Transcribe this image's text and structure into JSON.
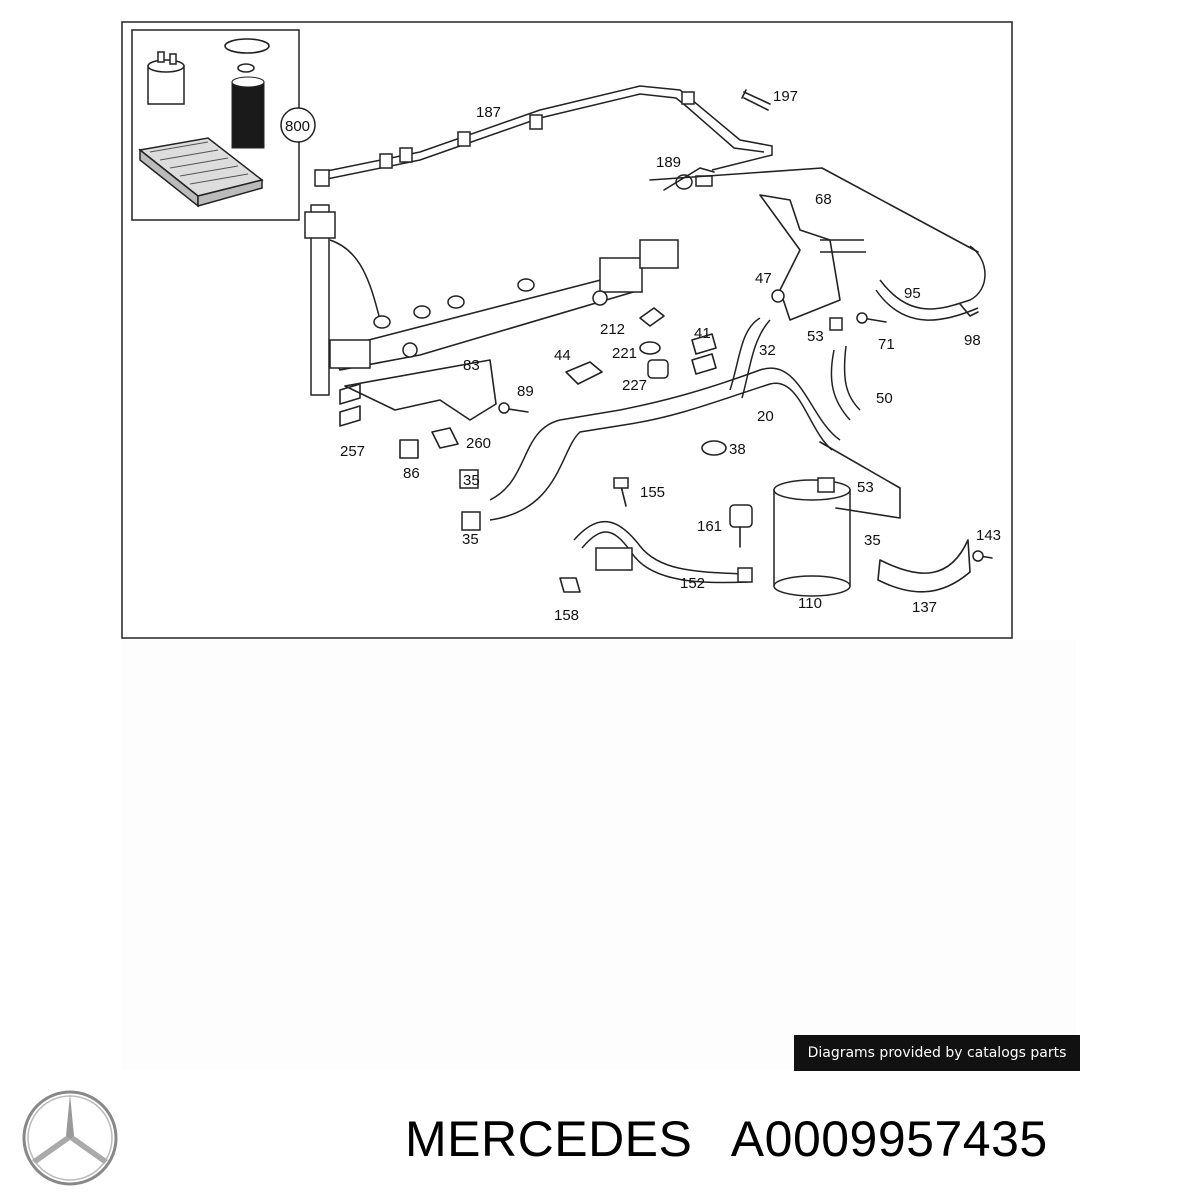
{
  "diagram": {
    "labels": [
      "187",
      "197",
      "189",
      "68",
      "800",
      "47",
      "95",
      "212",
      "41",
      "53",
      "71",
      "98",
      "44",
      "221",
      "32",
      "227",
      "83",
      "89",
      "50",
      "20",
      "257",
      "260",
      "38",
      "86",
      "35",
      "155",
      "53",
      "161",
      "143",
      "35",
      "35",
      "152",
      "110",
      "137",
      "158"
    ]
  },
  "credit": "Diagrams provided by catalogs parts",
  "brand": "MERCEDES",
  "part_number": "A0009957435",
  "icons": {
    "logo": "mercedes-star-logo"
  }
}
